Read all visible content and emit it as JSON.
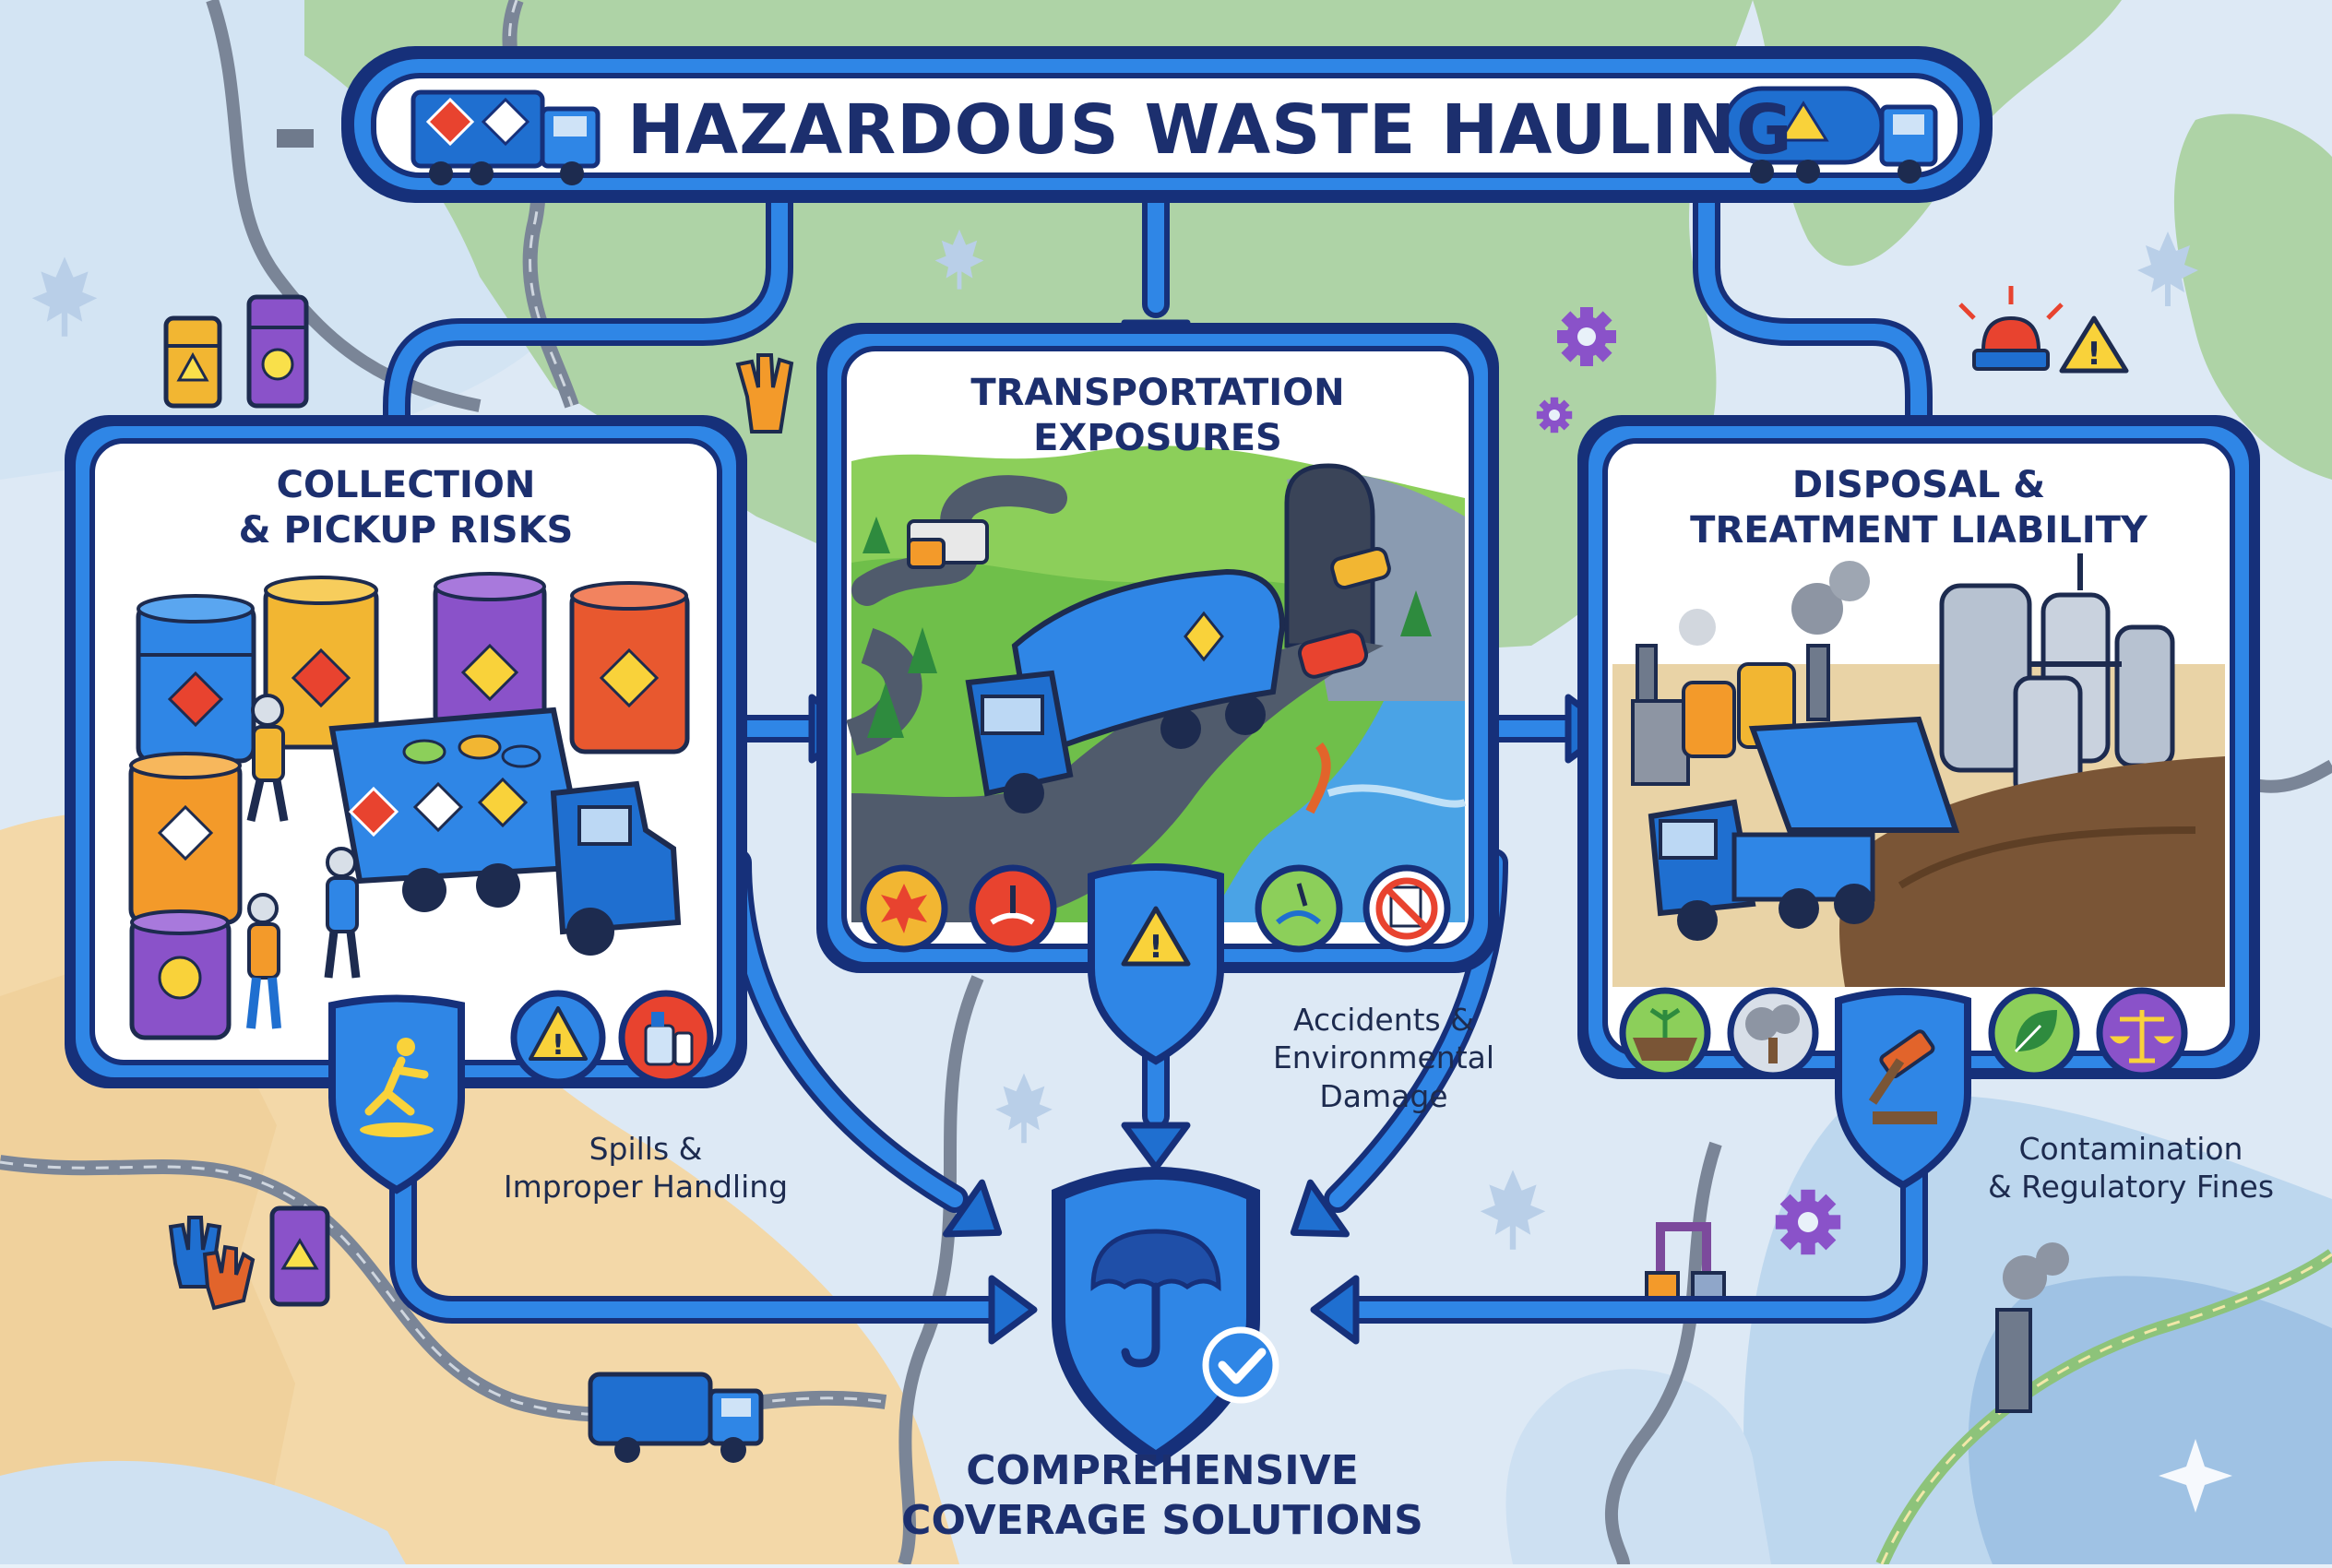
{
  "title": "HAZARDOUS WASTE HAULING",
  "sections": {
    "collection": {
      "title": "COLLECTION\n& PICKUP RISKS",
      "caption": "Spills &\nImproper Handling"
    },
    "transportation": {
      "title": "TRANSPORTATION\nEXPOSURES",
      "caption": "Accidents &\nEnvironmental\nDamage"
    },
    "disposal": {
      "title": "DISPOSAL &\nTREATMENT LIABILITY",
      "caption": "Contamination\n& Regulatory Fines"
    }
  },
  "result": {
    "title": "COMPREHENSIVE\nCOVERAGE SOLUTIONS"
  },
  "colors": {
    "flow_blue": "#1f6fd0",
    "flow_outline": "#16307a",
    "title_text": "#1c2f6e",
    "panel_bg": "#ffffff",
    "map_water": "#dbe9f6",
    "map_land_green": "#aed3a6",
    "map_land_tan": "#f3d8a8"
  },
  "icons": [
    "hazmat-truck-icon",
    "tanker-truck-icon",
    "barrel-icon",
    "slip-hazard-icon",
    "warning-icon",
    "spray-bottle-icon",
    "collision-icon",
    "water-spill-icon",
    "leak-icon",
    "no-document-icon",
    "soil-icon",
    "smoke-cloud-icon",
    "gavel-icon",
    "leaf-icon",
    "scales-icon",
    "umbrella-shield-icon",
    "checkmark-icon",
    "gear-icon",
    "maple-leaf-icon",
    "glove-icon",
    "siren-icon"
  ]
}
